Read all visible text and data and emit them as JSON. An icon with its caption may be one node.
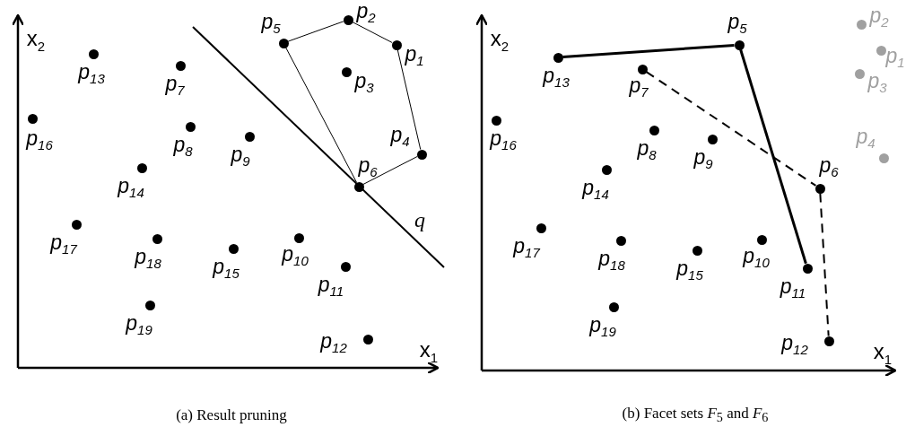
{
  "diagram": {
    "nodes": [
      {
        "text": [],
        "shape": "circle",
        "beside": [
          "p$_{5}$"
        ]
      },
      {
        "text": [],
        "shape": "circle",
        "beside": [
          "p$_{2}$"
        ]
      },
      {
        "text": [],
        "shape": "circle",
        "beside": [
          "p$_{1}$"
        ]
      },
      {
        "text": [],
        "shape": "circle",
        "beside": [
          "p$_{3}$"
        ]
      },
      {
        "text": [],
        "shape": "circle",
        "beside": [
          "p$_{4}$"
        ]
      },
      {
        "text": [],
        "shape": "circle",
        "beside": [
          "p$_{6}$"
        ]
      },
      {
        "text": [],
        "shape": "circle",
        "beside": [
          "p$_{13}$"
        ]
      },
      {
        "text": [],
        "shape": "circle",
        "beside": [
          "p$_{7}$"
        ]
      },
      {
        "text": [],
        "shape": "circle",
        "beside": [
          "p$_{16}$"
        ]
      },
      {
        "text": [],
        "shape": "circle",
        "beside": [
          "p$_{8}$"
        ]
      },
      {
        "text": [],
        "shape": "circle",
        "beside": [
          "p$_{9}$"
        ]
      },
      {
        "text": [],
        "shape": "circle",
        "beside": [
          "p$_{14}$"
        ]
      },
      {
        "text": [],
        "shape": "circle",
        "beside": [
          "p$_{17}$"
        ]
      },
      {
        "text": [],
        "shape": "circle",
        "beside": [
          "p$_{18}$"
        ]
      },
      {
        "text": [],
        "shape": "circle",
        "beside": [
          "p$_{15}$"
        ]
      },
      {
        "text": [],
        "shape": "circle",
        "beside": [
          "p$_{10}$"
        ]
      },
      {
        "text": [],
        "shape": "circle",
        "beside": [
          "p$_{11}$"
        ]
      },
      {
        "text": [],
        "shape": "circle",
        "beside": [
          "p$_{19}$"
        ]
      },
      {
        "text": [],
        "shape": "circle",
        "beside": [
          "p$_{12}$"
        ]
      },
      {
        "text": [],
        "shape": "circle",
        "beside": [
          "p$_{5}$"
        ]
      },
      {
        "text": [],
        "shape": "circle",
        "beside": [
          "p$_{2}$"
        ]
      },
      {
        "text": [],
        "shape": "circle",
        "beside": [
          "p$_{1}$"
        ]
      },
      {
        "text": [],
        "shape": "circle",
        "beside": [
          "p$_{13}$"
        ]
      },
      {
        "text": [],
        "shape": "circle",
        "beside": [
          "p$_{7}$"
        ]
      },
      {
        "text": [],
        "shape": "circle",
        "beside": [
          "p$_{3}$"
        ]
      },
      {
        "text": [],
        "shape": "circle",
        "beside": [
          "p$_{16}$"
        ]
      },
      {
        "text": [],
        "shape": "circle",
        "beside": [
          "p$_{8}$"
        ]
      },
      {
        "text": [],
        "shape": "circle",
        "beside": [
          "p$_{9}$"
        ]
      },
      {
        "text": [],
        "shape": "circle",
        "beside": [
          "p$_{6}$"
        ]
      },
      {
        "text": [],
        "shape": "circle",
        "beside": [
          "p$_{4}$"
        ]
      },
      {
        "text": [],
        "shape": "circle",
        "beside": [
          "p$_{14}$"
        ]
      },
      {
        "text": [],
        "shape": "circle",
        "beside": [
          "p$_{17}$"
        ]
      },
      {
        "text": [],
        "shape": "circle",
        "beside": [
          "p$_{18}$"
        ]
      },
      {
        "text": [],
        "shape": "circle",
        "beside": [
          "p$_{15}$"
        ]
      },
      {
        "text": [],
        "shape": "circle",
        "beside": [
          "p$_{10}$"
        ]
      },
      {
        "text": [],
        "shape": "circle",
        "beside": [
          "p$_{11}$"
        ]
      },
      {
        "text": [],
        "shape": "circle",
        "beside": [
          "p$_{19}$"
        ]
      },
      {
        "text": [],
        "shape": "circle",
        "beside": [
          "p$_{12}$"
        ]
      }
    ],
    "edges": [
      {
        "from": 0,
        "to": 1,
        "arrow": "none"
      },
      {
        "from": 1,
        "to": 2,
        "arrow": "none"
      },
      {
        "from": 2,
        "to": 4,
        "arrow": "none"
      },
      {
        "from": 4,
        "to": 5,
        "arrow": "none"
      },
      {
        "from": 5,
        "to": 0,
        "arrow": "none"
      },
      {
        "from": 22,
        "to": 19,
        "arrow": "none",
        "style": "thick"
      },
      {
        "from": 19,
        "to": 35,
        "arrow": "none",
        "style": "thick"
      },
      {
        "from": 23,
        "to": 28,
        "arrow": "none",
        "style": "dashed"
      },
      {
        "from": 28,
        "to": 37,
        "arrow": "none",
        "style": "dashed"
      }
    ],
    "labels": [
      "x$_{2}$",
      "q",
      "x$_{1}$",
      "x$_{2}$",
      "x$_{1}$",
      "(a) Result pruning",
      "(b) Facet sets *F*$_{5}$ and *F*$_{6}$"
    ]
  }
}
